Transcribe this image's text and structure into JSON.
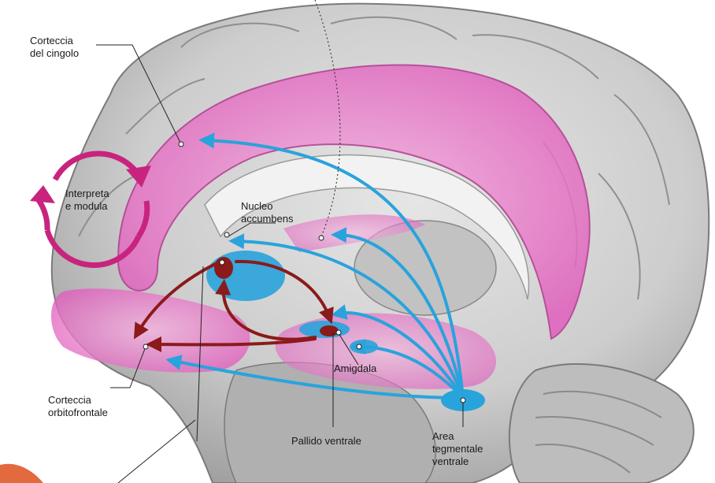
{
  "labels": {
    "cingulate": [
      "Corteccia",
      "del cingolo"
    ],
    "interpret": [
      "Interpreta",
      "e modula"
    ],
    "accumbens": [
      "Nucleo",
      "accumbens"
    ],
    "orbitofrontal": [
      "Corteccia",
      "orbitofrontale"
    ],
    "amygdala": "Amigdala",
    "pallidum": "Pallido ventrale",
    "vta": [
      "Area",
      "tegmentale",
      "ventrale"
    ]
  },
  "colors": {
    "dopamine_pathway": "#29a3dc",
    "feedback_pathway": "#8b1a1a",
    "limbic_region": "#e46fc3",
    "cycle_ring": "#c8247e",
    "brain_tissue": "#c9c9c9"
  },
  "icons": {
    "cycle": "circular-arrows-icon"
  }
}
